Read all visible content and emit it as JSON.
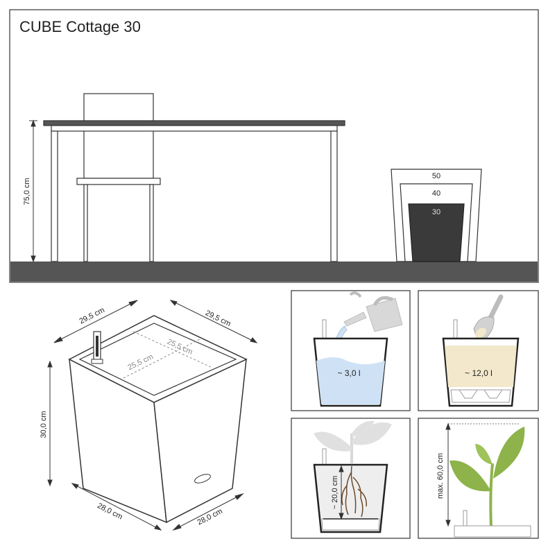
{
  "header": {
    "title": "CUBE Cottage 30"
  },
  "scene": {
    "table_height_label": "75,0 cm",
    "sizes": [
      "50",
      "40",
      "30"
    ]
  },
  "cube": {
    "top_width_left": "29,5 cm",
    "top_width_right": "29,5 cm",
    "inner_left": "25,5 cm",
    "inner_right": "25,5 cm",
    "height": "30,0 cm",
    "bottom_left": "28,0 cm",
    "bottom_right": "28,0 cm"
  },
  "panels": {
    "water": {
      "label": "~ 3,0 l"
    },
    "soil": {
      "label": "~ 12,0 l"
    },
    "roots": {
      "label": "~ 20,0 cm"
    },
    "plant": {
      "label": "max. 60,0 cm"
    }
  },
  "colors": {
    "floor": "#555555",
    "pot_dark": "#3a3a3a",
    "water": "#cfe2f5",
    "soil": "#f3e8cc",
    "leaf": "#8db34a"
  }
}
